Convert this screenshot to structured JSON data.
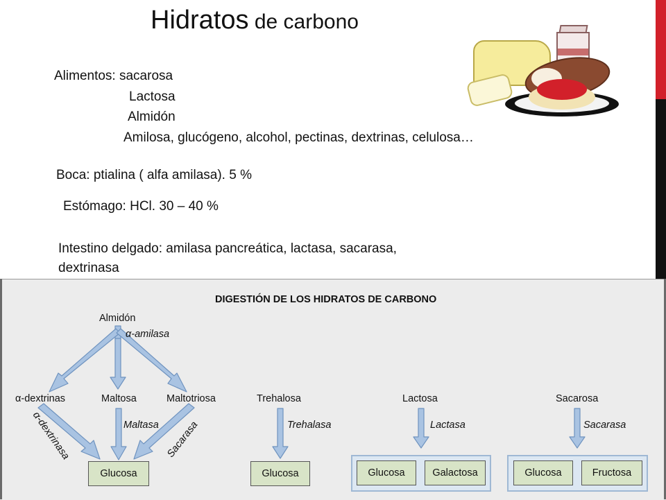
{
  "title": {
    "part1": "Hidratos",
    "part2": " de carbono"
  },
  "text": {
    "alimentos_label": "Alimentos: sacarosa",
    "lactosa": "Lactosa",
    "almidon": "Almidón",
    "polisacaridos": "Amilosa, glucógeno, alcohol, pectinas, dextrinas, celulosa…",
    "boca": "Boca: ptialina ( alfa amilasa). 5 %",
    "estomago": "Estómago: HCl. 30 – 40 %",
    "intestino_line1": "Intestino delgado: amilasa pancreática, lactasa, sacarasa,",
    "intestino_line2": "dextrinasa"
  },
  "image": {
    "icon": "food-clipart"
  },
  "diagram": {
    "title": "DIGESTIÓN DE LOS HIDRATOS DE CARBONO",
    "almidon": "Almidón",
    "alfa_amilasa": "α-amilasa",
    "alfa_dextrinas": "α-dextrinas",
    "maltosa": "Maltosa",
    "maltotriosa": "Maltotriosa",
    "alfa_dextrinasa": "α-dextrinasa",
    "maltasa": "Maltasa",
    "sacarasa_rot": "Sacarasa",
    "glucosa_1": "Glucosa",
    "trehalosa": "Trehalosa",
    "trehalasa": "Trehalasa",
    "glucosa_2": "Glucosa",
    "lactosa": "Lactosa",
    "lactasa": "Lactasa",
    "glucosa_3": "Glucosa",
    "galactosa": "Galactosa",
    "sacarosa": "Sacarosa",
    "sacarasa": "Sacarasa",
    "glucosa_4": "Glucosa",
    "fructosa": "Fructosa"
  },
  "colors": {
    "accent_red": "#d2202a",
    "accent_black": "#111111",
    "arrow_fill": "#a9c3e2",
    "arrow_stroke": "#6f93bf",
    "product_box": "#d8e4c7",
    "group_box": "#dce7f2"
  }
}
